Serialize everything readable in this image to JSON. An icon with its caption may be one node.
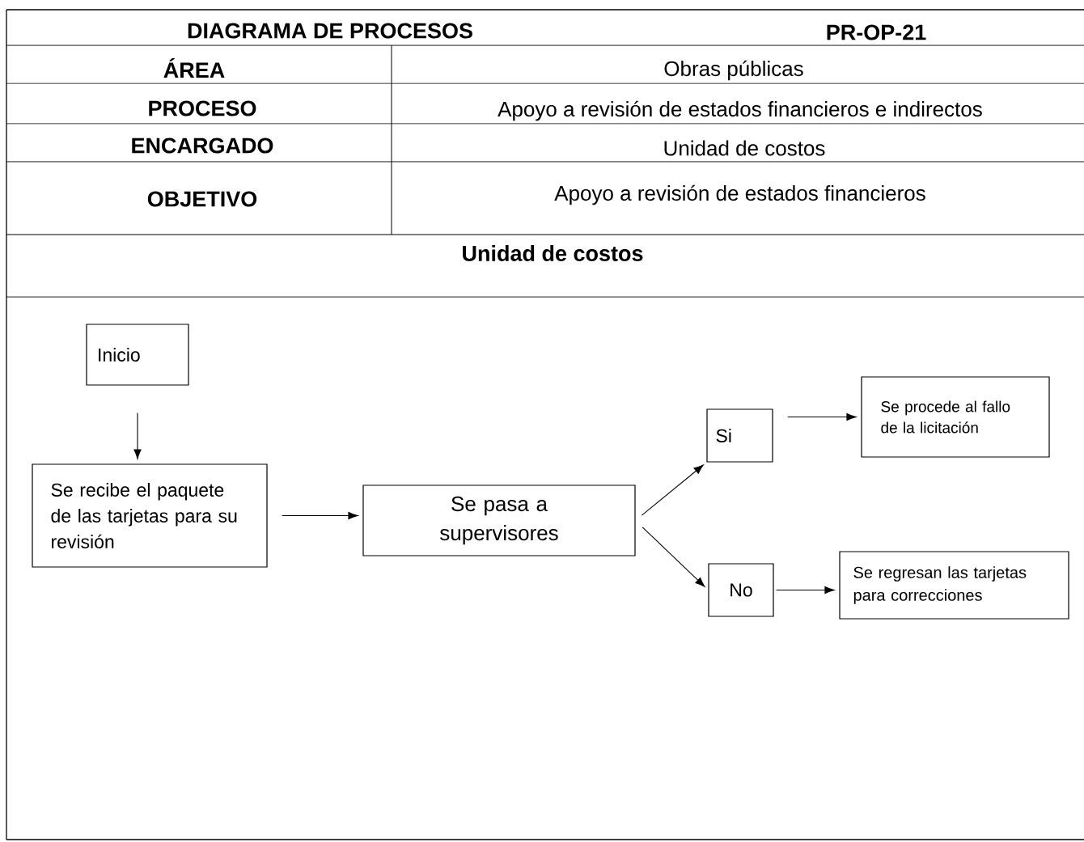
{
  "diagram": {
    "nodes": [
      {
        "text": [
          "Inicio"
        ]
      },
      {
        "text": [
          "Se recibe el paquete de las tarjetas para su revisión"
        ]
      },
      {
        "text": [
          "Se pasa a supervisores"
        ]
      },
      {
        "text": [
          "Si"
        ]
      },
      {
        "text": [
          "Se procede al fallo de la licitación"
        ]
      },
      {
        "text": [
          "No"
        ]
      },
      {
        "text": [
          "Se regresan las tarjetas para correcciones"
        ]
      }
    ],
    "edges": [
      {
        "from": 0,
        "to": 1,
        "arrow": "to"
      },
      {
        "from": 1,
        "to": 2,
        "arrow": "to"
      },
      {
        "from": 2,
        "to": 3,
        "arrow": "to"
      },
      {
        "from": 3,
        "to": 4,
        "arrow": "to"
      },
      {
        "from": 2,
        "to": 5,
        "arrow": "to"
      },
      {
        "from": 5,
        "to": 6,
        "arrow": "to"
      }
    ],
    "labels": [
      "DIAGRAMA DE PROCESOS",
      "PR-OP-21",
      "ÁREA",
      "Obras públicas",
      "PROCESO",
      "Apoyo a revisión de estados financieros e indirectos",
      "ENCARGADO",
      "Unidad de costos",
      "OBJETIVO",
      "Apoyo a revisión de estados financieros",
      "Unidad de costos"
    ]
  }
}
